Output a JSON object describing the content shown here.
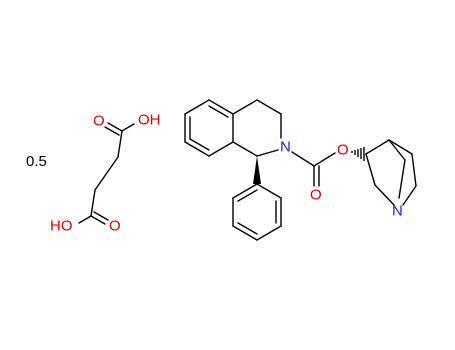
{
  "multiplier": "0.5",
  "succinic_acid": {
    "atoms": {
      "oh_top": "OH",
      "o_top": "O",
      "ho_bottom": "HO",
      "o_bottom": "O"
    }
  },
  "solifenacin": {
    "atoms": {
      "n_ring": "N",
      "o_carbonyl": "O",
      "o_ester": "O",
      "n_quinuclidine": "N"
    }
  },
  "colors": {
    "bond": "#000000",
    "oxygen": "#e00000",
    "nitrogen": "#1a1aff"
  }
}
